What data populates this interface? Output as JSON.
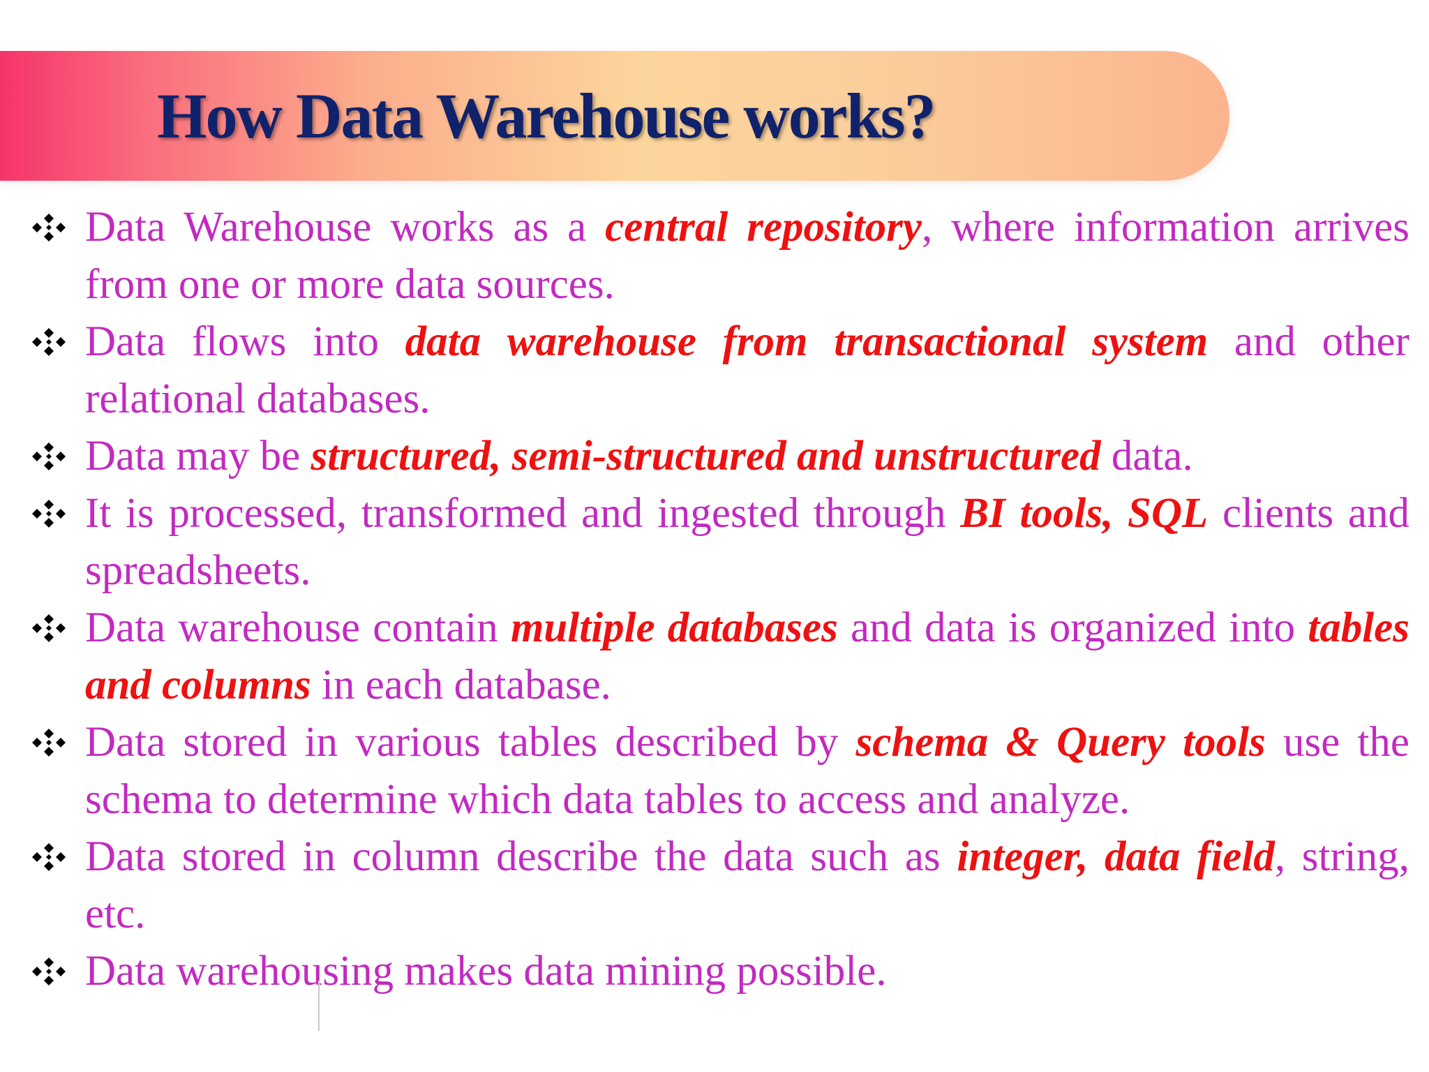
{
  "slide": {
    "title": "How Data Warehouse works?",
    "bullet_icon": "diamond-cluster-icon",
    "colors": {
      "title": "#10226c",
      "body_text": "#c22ac0",
      "emphasis": "#ee1111",
      "banner_start": "#f5346a",
      "banner_end": "#fbb48e"
    },
    "bullets": [
      {
        "parts": [
          "Data Warehouse works as a ",
          "central repository",
          ", where information arrives from one or more data sources."
        ]
      },
      {
        "parts": [
          "Data flows into ",
          "data warehouse from transactional system",
          " and other relational databases."
        ]
      },
      {
        "parts": [
          "Data may be ",
          "structured, semi-structured and unstructured",
          " data."
        ]
      },
      {
        "parts": [
          "It is processed, transformed and ingested through ",
          "BI tools, SQL",
          " clients and spreadsheets."
        ]
      },
      {
        "parts": [
          "Data warehouse contain ",
          "multiple databases",
          " and data is organized into ",
          "tables and columns",
          " in each database."
        ]
      },
      {
        "parts": [
          "Data stored in various tables described by ",
          "schema & Query tools",
          " use the schema to determine which data tables to access and analyze."
        ]
      },
      {
        "parts": [
          "Data stored in column describe the data such as ",
          "integer, data field",
          ", string, etc."
        ]
      },
      {
        "parts": [
          "Data warehousing makes data mining possible."
        ]
      }
    ]
  }
}
